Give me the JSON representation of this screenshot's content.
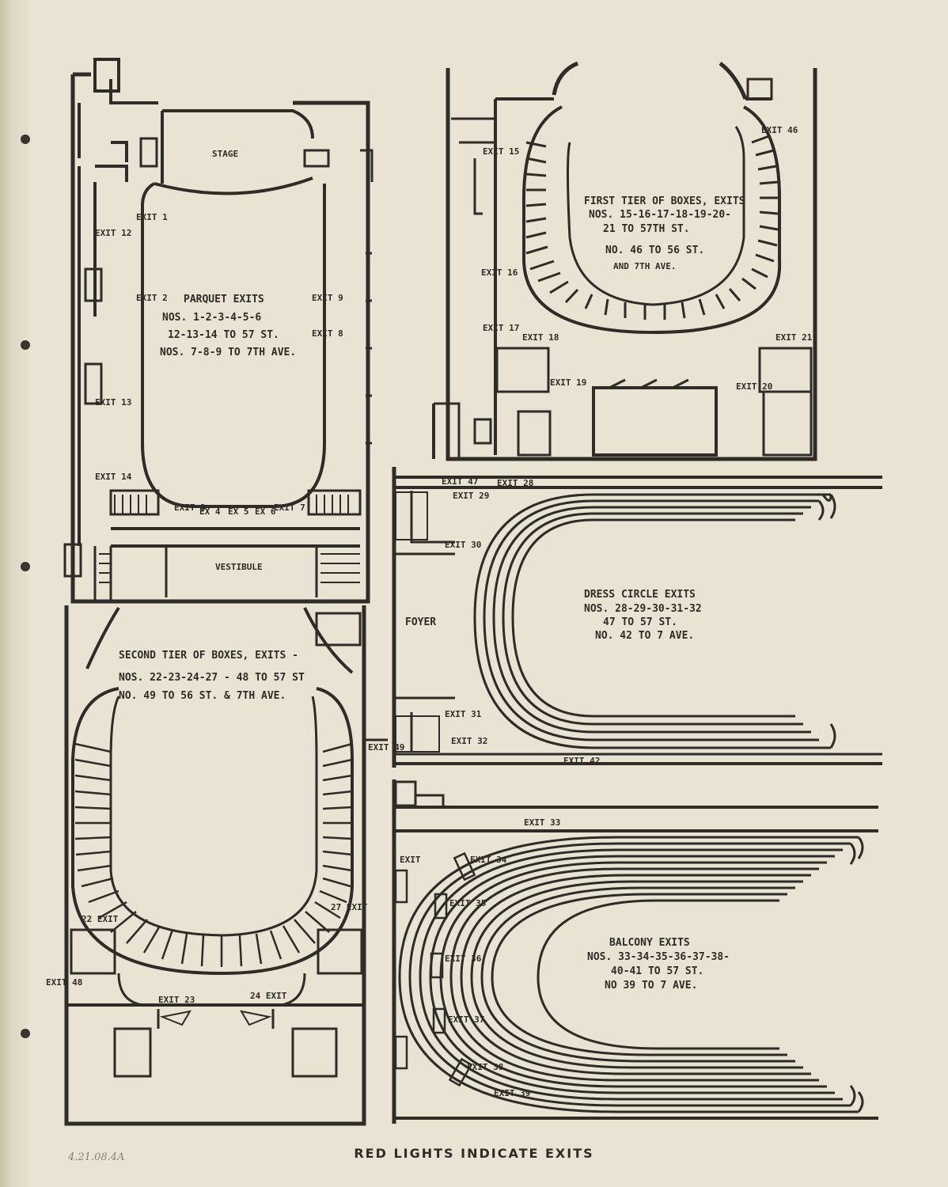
{
  "footer": {
    "caption": "RED LIGHTS INDICATE EXITS"
  },
  "pencil_note": "4.21.08.4A",
  "parquet": {
    "stage": "STAGE",
    "vestibule": "VESTIBULE",
    "title": "PARQUET EXITS",
    "line1": "NOS. 1-2-3-4-5-6",
    "line2": "12-13-14 TO 57 ST.",
    "line3": "NOS. 7-8-9 TO 7TH AVE.",
    "exits": {
      "e1": "EXIT 1",
      "e2": "EXIT 2",
      "e3": "EXIT 3",
      "e4": "EX 4",
      "e5": "EX 5",
      "e6": "EX 6",
      "e7": "EXIT 7",
      "e8": "EXIT 8",
      "e9": "EXIT 9",
      "e12": "EXIT 12",
      "e13": "EXIT 13",
      "e14": "EXIT 14"
    }
  },
  "first_tier": {
    "title": "FIRST TIER OF BOXES, EXITS",
    "line1": "NOS. 15-16-17-18-19-20-",
    "line2": "21 TO 57TH ST.",
    "line3": "NO. 46 TO 56 ST.",
    "line4": "AND 7TH AVE.",
    "exits": {
      "e15": "EXIT 15",
      "e16": "EXIT 16",
      "e17": "EXIT 17",
      "e18": "EXIT 18",
      "e19": "EXIT 19",
      "e20": "EXIT 20",
      "e21": "EXIT 21",
      "e46": "EXIT 46"
    }
  },
  "dress_circle": {
    "foyer": "FOYER",
    "title": "DRESS CIRCLE EXITS",
    "line1": "NOS. 28-29-30-31-32",
    "line2": "47 TO 57 ST.",
    "line3": "NO. 42 TO 7 AVE.",
    "exits": {
      "e28": "EXIT 28",
      "e29": "EXIT 29",
      "e30": "EXIT 30",
      "e31": "EXIT 31",
      "e32": "EXIT 32",
      "e42": "EXIT 42",
      "e47": "EXIT 47"
    }
  },
  "second_tier": {
    "title": "SECOND TIER OF BOXES, EXITS -",
    "line1": "NOS. 22-23-24-27 - 48 TO 57 ST",
    "line2": "NO. 49 TO 56 ST. & 7TH AVE.",
    "exits": {
      "e22": "22 EXIT",
      "e23": "EXIT 23",
      "e24": "24 EXIT",
      "e27": "27 EXIT",
      "e48": "EXIT 48",
      "e49": "EXIT 49"
    }
  },
  "balcony": {
    "title": "BALCONY EXITS",
    "line1": "NOS. 33-34-35-36-37-38-",
    "line2": "40-41 TO 57 ST.",
    "line3": "NO 39 TO 7 AVE.",
    "exits": {
      "e33": "EXIT 33",
      "e34": "EXIT 34",
      "e35": "EXIT 35",
      "e36": "EXIT 36",
      "e37": "EXIT 37",
      "e38": "EXIT 38",
      "e39": "EXIT 39",
      "e40": "EXIT"
    }
  },
  "colors": {
    "paper": "#e8e3d2",
    "ink": "#2f2b27"
  }
}
